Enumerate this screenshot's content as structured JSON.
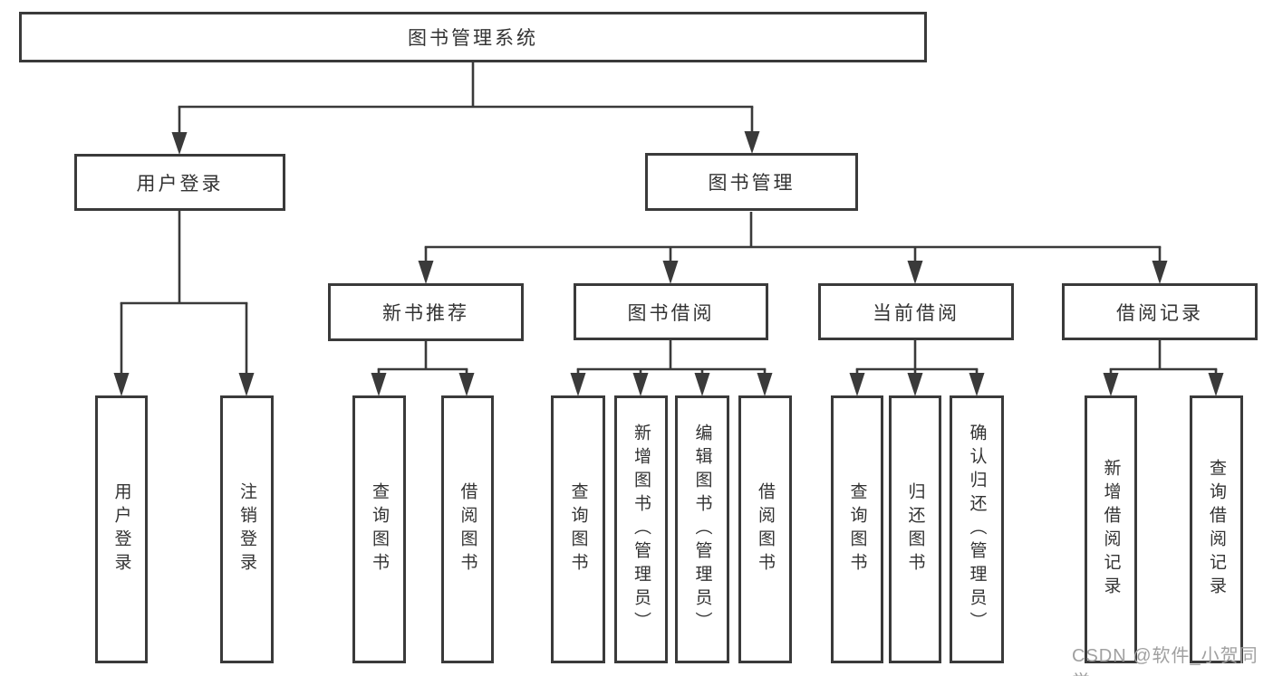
{
  "colors": {
    "line": "#3a3a3a",
    "text": "#333333",
    "background": "#ffffff",
    "watermark": "#a0a0a0"
  },
  "diagram": {
    "root": {
      "label": "图书管理系统"
    },
    "user_login": {
      "label": "用户登录",
      "children": [
        {
          "label": "用户登录"
        },
        {
          "label": "注销登录"
        }
      ]
    },
    "book_management": {
      "label": "图书管理",
      "sections": [
        {
          "label": "新书推荐",
          "children": [
            {
              "label": "查询图书"
            },
            {
              "label": "借阅图书"
            }
          ]
        },
        {
          "label": "图书借阅",
          "children": [
            {
              "label": "查询图书"
            },
            {
              "label": "新增图书（管理员）"
            },
            {
              "label": "编辑图书（管理员）"
            },
            {
              "label": "借阅图书"
            }
          ]
        },
        {
          "label": "当前借阅",
          "children": [
            {
              "label": "查询图书"
            },
            {
              "label": "归还图书"
            },
            {
              "label": "确认归还（管理员）"
            }
          ]
        },
        {
          "label": "借阅记录",
          "children": [
            {
              "label": "新增借阅记录"
            },
            {
              "label": "查询借阅记录"
            }
          ]
        }
      ]
    }
  },
  "watermark": {
    "text": "CSDN @软件_小贺同学"
  }
}
